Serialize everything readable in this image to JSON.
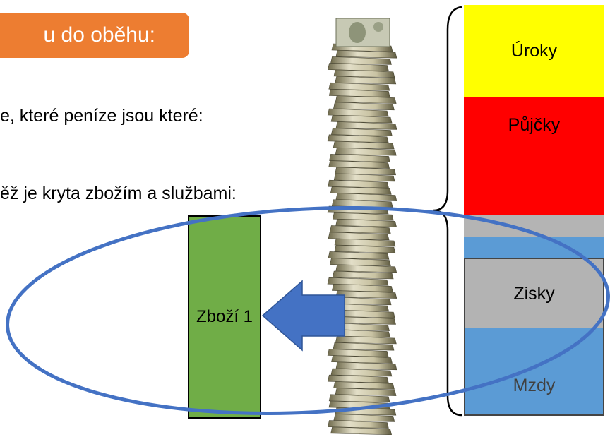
{
  "header": {
    "title": "u do oběhu:"
  },
  "bullets": [
    "e, které peníze jsou které:",
    "ěž je kryta zbožím a službami:"
  ],
  "goods": {
    "label": "Zboží 1"
  },
  "bar_segments": [
    {
      "label": "Úroky",
      "color": "#ffff00"
    },
    {
      "label": "Půjčky",
      "color": "#ff0000"
    },
    {
      "label": "",
      "color": "#b4b4b4"
    },
    {
      "label": "",
      "color": "#5b9bd5"
    },
    {
      "label": "Zisky",
      "color": "#b3b3b3"
    },
    {
      "label": "Mzdy",
      "color": "#5b9bd5"
    }
  ],
  "colors": {
    "header": "#ed7d31",
    "goods": "#70ad47",
    "ellipse": "#4472c4",
    "arrow": "#4472c4"
  }
}
